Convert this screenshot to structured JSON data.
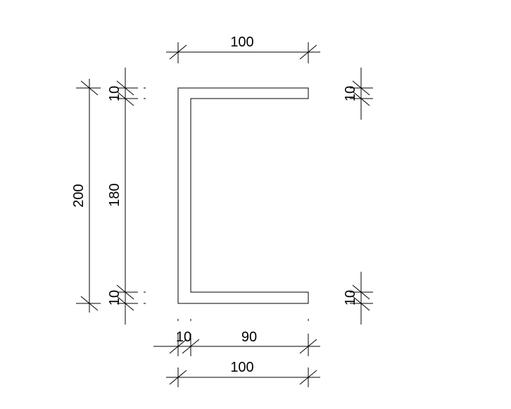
{
  "dimensions": {
    "top_width": "100",
    "bottom_web_thickness": "10",
    "bottom_inner_width": "90",
    "bottom_total_width": "100",
    "left_total_height": "200",
    "left_inner_height": "180",
    "left_top_flange": "10",
    "left_bottom_flange": "10",
    "right_top_flange": "10",
    "right_bottom_flange": "10"
  },
  "colors": {
    "line": "#000000",
    "background": "#ffffff"
  }
}
